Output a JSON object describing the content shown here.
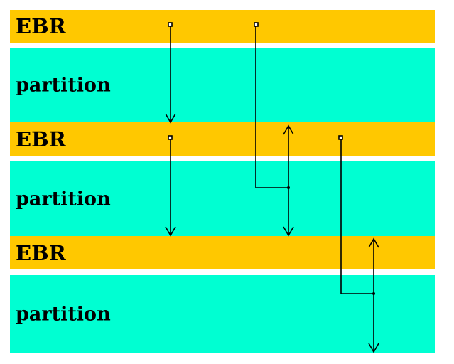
{
  "colors": {
    "ebr": "#FFC800",
    "partition": "#00FFD2",
    "line": "#000000",
    "background": "#FFFFFF"
  },
  "bands": [
    {
      "type": "ebr",
      "label": "EBR"
    },
    {
      "type": "partition",
      "label": "partition"
    },
    {
      "type": "ebr",
      "label": "EBR"
    },
    {
      "type": "partition",
      "label": "partition"
    },
    {
      "type": "ebr",
      "label": "EBR"
    },
    {
      "type": "partition",
      "label": "partition"
    }
  ],
  "links": [
    {
      "from_band": 0,
      "to_band": 2,
      "kind": "partition-pointer"
    },
    {
      "from_band": 0,
      "to_band": 2,
      "kind": "next-ebr-pointer"
    },
    {
      "from_band": 2,
      "to_band": 4,
      "kind": "partition-pointer"
    },
    {
      "from_band": 2,
      "to_band": 4,
      "kind": "next-ebr-pointer"
    }
  ]
}
